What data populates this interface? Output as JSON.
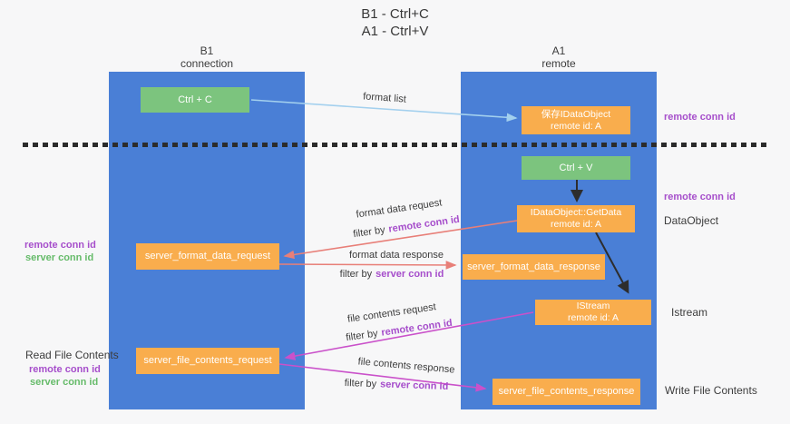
{
  "colors": {
    "lane_blue": "#4a7fd6",
    "box_orange": "#f9ad4d",
    "box_green": "#7cc47e",
    "arrow_blue": "#a3d0ee",
    "arrow_salmon": "#e87f78",
    "arrow_magenta": "#ca51ca",
    "arrow_black": "#2d2d2d",
    "label_purple": "#a64ecb",
    "label_green": "#66bb6a",
    "text_dark": "#3c3c3c"
  },
  "title": {
    "line1": "B1 - Ctrl+C",
    "line2": "A1 - Ctrl+V"
  },
  "lanes": {
    "left": {
      "line1": "B1",
      "line2": "connection"
    },
    "right": {
      "line1": "A1",
      "line2": "remote"
    }
  },
  "nodes": {
    "ctrl_c": {
      "label": "Ctrl + C"
    },
    "save_idataobject": {
      "line1": "保存IDataObject",
      "line2": "remote id: A"
    },
    "ctrl_v": {
      "label": "Ctrl + V"
    },
    "getdata": {
      "line1": "IDataObject::GetData",
      "line2": "remote id: A"
    },
    "format_request": {
      "label": "server_format_data_request"
    },
    "format_response": {
      "label": "server_format_data_response"
    },
    "istream": {
      "line1": "IStream",
      "line2": "remote id: A"
    },
    "file_request": {
      "label": "server_file_contents_request"
    },
    "file_response": {
      "label": "server_file_contents_response"
    }
  },
  "edge_labels": {
    "format_list": "format list",
    "format_data_request": "format data request",
    "format_data_response": "format data response",
    "file_contents_request": "file contents request",
    "file_contents_response": "file contents response",
    "filter_by": "filter by",
    "remote_conn_id": "remote conn id",
    "server_conn_id": "server conn id"
  },
  "side_labels": {
    "remote_conn_id": "remote conn id",
    "server_conn_id": "server conn id",
    "data_object": "DataObject",
    "istream": "Istream",
    "read_file_contents": "Read File Contents",
    "write_file_contents": "Write File Contents"
  }
}
